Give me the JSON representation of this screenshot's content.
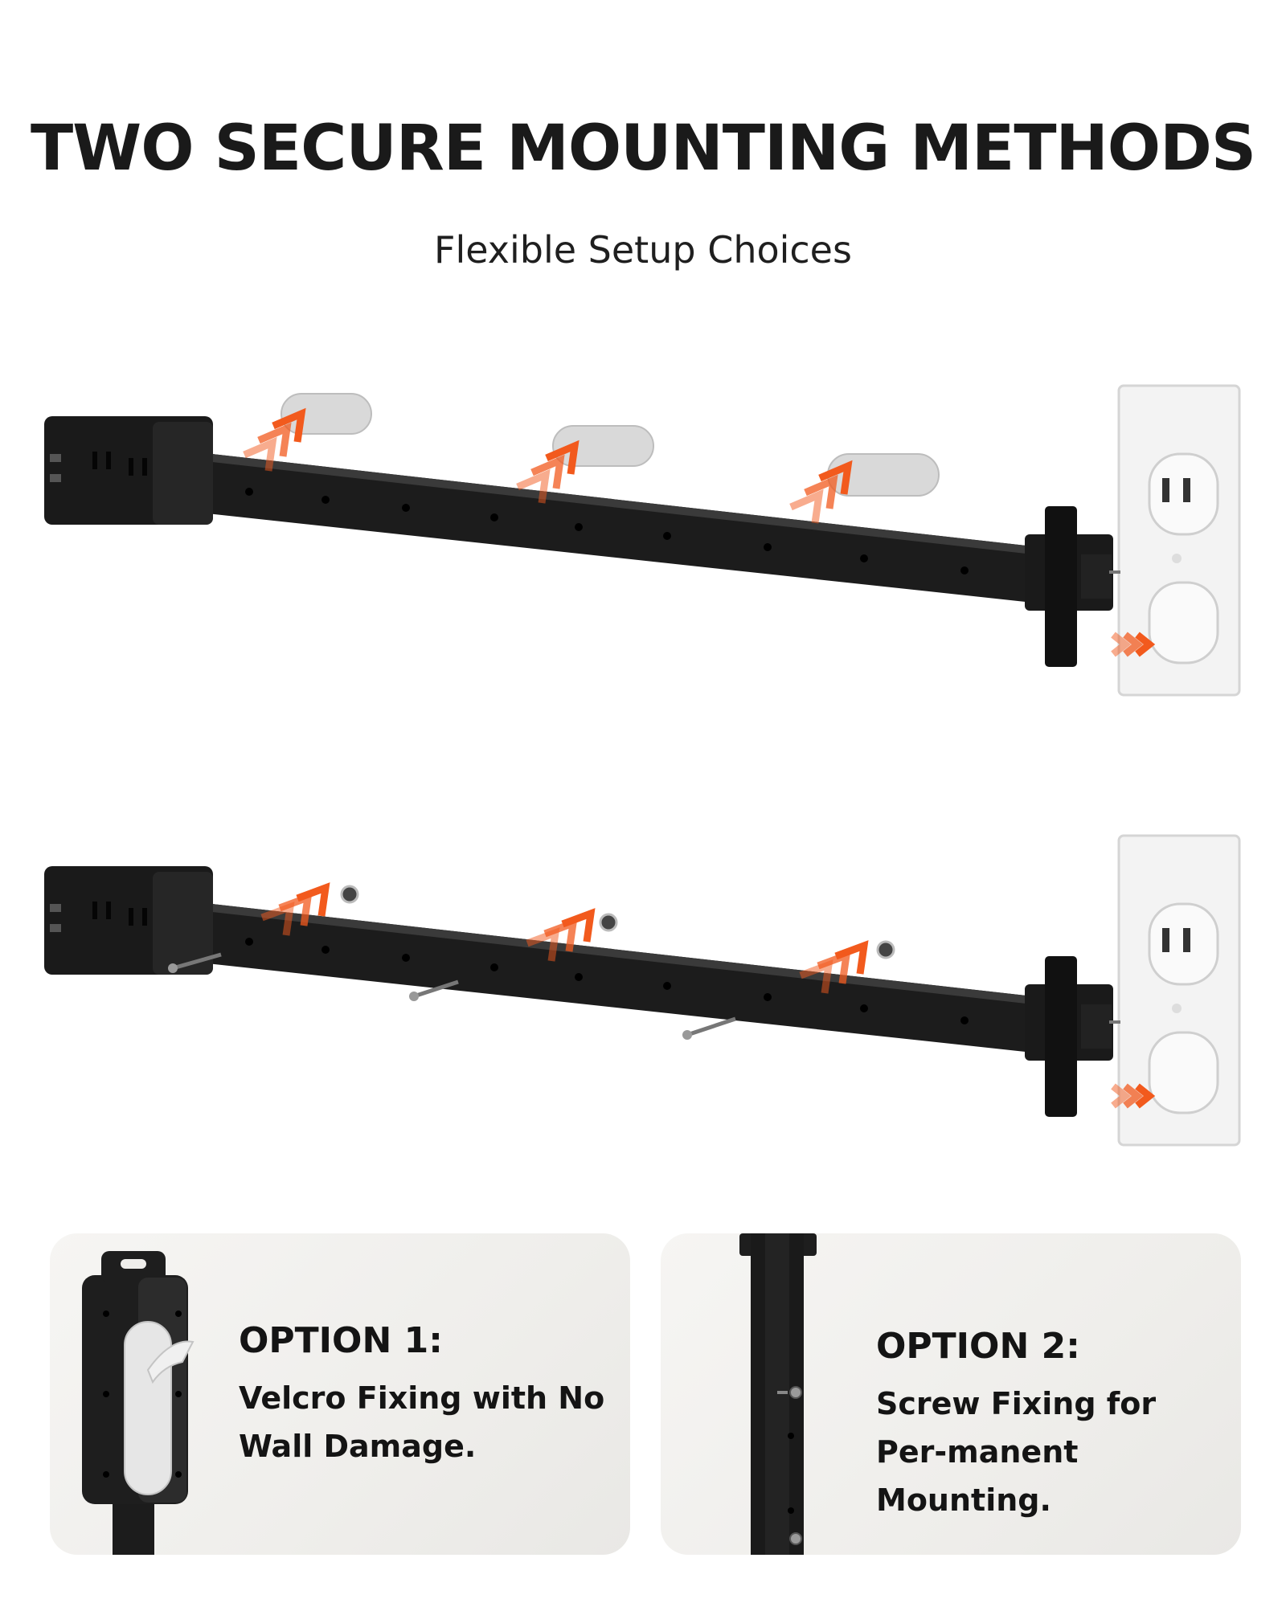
{
  "header": {
    "title": "TWO SECURE MOUNTING METHODS",
    "subtitle": "Flexible Setup Choices"
  },
  "options": [
    {
      "label": "OPTION 1:",
      "description": "Velcro Fixing with No Wall Damage."
    },
    {
      "label": "OPTION 2:",
      "description": "Screw Fixing for Per-manent Mounting."
    }
  ],
  "colors": {
    "strip": "#1b1b1b",
    "arrow": "#f25a1d",
    "wallplate": "#f4f4f4",
    "velcro": "#dcdcdc"
  }
}
